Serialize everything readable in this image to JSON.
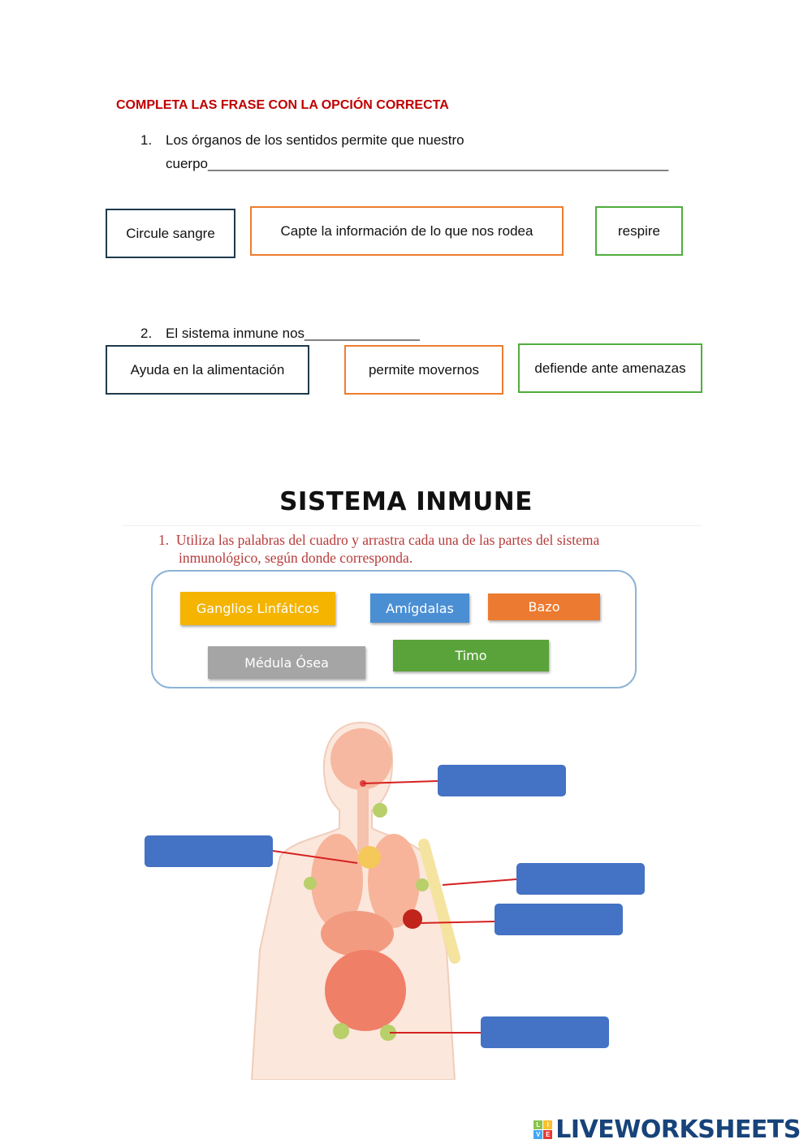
{
  "heading": "COMPLETA LAS FRASE CON LA OPCIÓN CORRECTA",
  "q1": {
    "number": "1.",
    "line1": "Los órganos de los sentidos permite que nuestro",
    "line2": "cuerpo____________________________________________________________",
    "options": [
      "Circule sangre",
      "Capte la información de lo que nos rodea",
      "respire"
    ]
  },
  "q2": {
    "number": "2.",
    "text": "El sistema inmune nos_______________",
    "options": [
      "Ayuda en la alimentación",
      "permite movernos",
      "defiende ante amenazas"
    ]
  },
  "section_title": "SISTEMA INMUNE",
  "instruction": {
    "number": "1.",
    "line1": "Utiliza las palabras del cuadro y arrastra cada una de las partes del sistema",
    "line2": "inmunológico, según donde corresponda."
  },
  "words": [
    {
      "label": "Ganglios Linfáticos",
      "color": "#f4b400"
    },
    {
      "label": "Amígdalas",
      "color": "#4a8fd4"
    },
    {
      "label": "Bazo",
      "color": "#ec7a30"
    },
    {
      "label": "Médula Ósea",
      "color": "#a5a5a5"
    },
    {
      "label": "Timo",
      "color": "#5aa33a"
    }
  ],
  "logo": {
    "text": "LIVEWORKSHEETS",
    "letters": [
      "L",
      "I",
      "V",
      "E"
    ]
  }
}
